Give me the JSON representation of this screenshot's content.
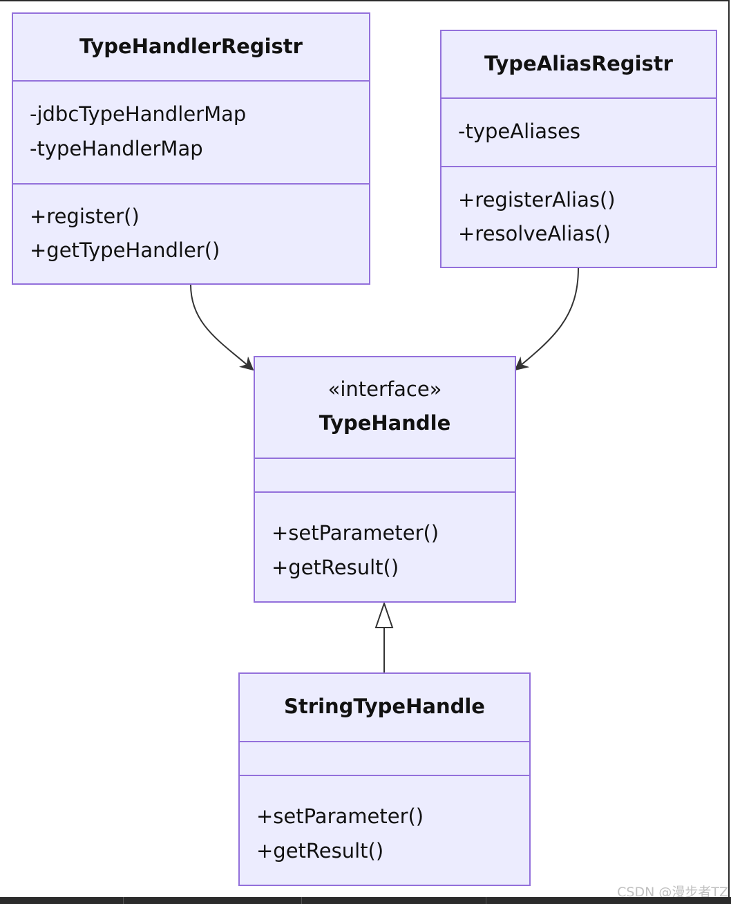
{
  "diagram": {
    "classes": [
      {
        "id": "type-handler-registry",
        "title": "TypeHandlerRegistr",
        "stereotype": "",
        "attributes": [
          "-jdbcTypeHandlerMap",
          "-typeHandlerMap"
        ],
        "methods": [
          "+register()",
          "+getTypeHandler()"
        ]
      },
      {
        "id": "type-alias-registry",
        "title": "TypeAliasRegistr",
        "stereotype": "",
        "attributes": [
          "-typeAliases"
        ],
        "methods": [
          "+registerAlias()",
          "+resolveAlias()"
        ]
      },
      {
        "id": "type-handler",
        "title": "TypeHandle",
        "stereotype": "«interface»",
        "attributes": [],
        "methods": [
          "+setParameter()",
          "+getResult()"
        ]
      },
      {
        "id": "string-type-handler",
        "title": "StringTypeHandle",
        "stereotype": "",
        "attributes": [],
        "methods": [
          "+setParameter()",
          "+getResult()"
        ]
      }
    ],
    "relations": [
      {
        "from": "TypeHandlerRegistr",
        "to": "TypeHandle",
        "type": "association"
      },
      {
        "from": "TypeAliasRegistr",
        "to": "TypeHandle",
        "type": "association"
      },
      {
        "from": "StringTypeHandle",
        "to": "TypeHandle",
        "type": "realization"
      }
    ],
    "colors": {
      "box_fill": "#ececfe",
      "box_border": "#9370db",
      "line": "#333333"
    }
  },
  "watermark": "CSDN @漫步者TZ"
}
